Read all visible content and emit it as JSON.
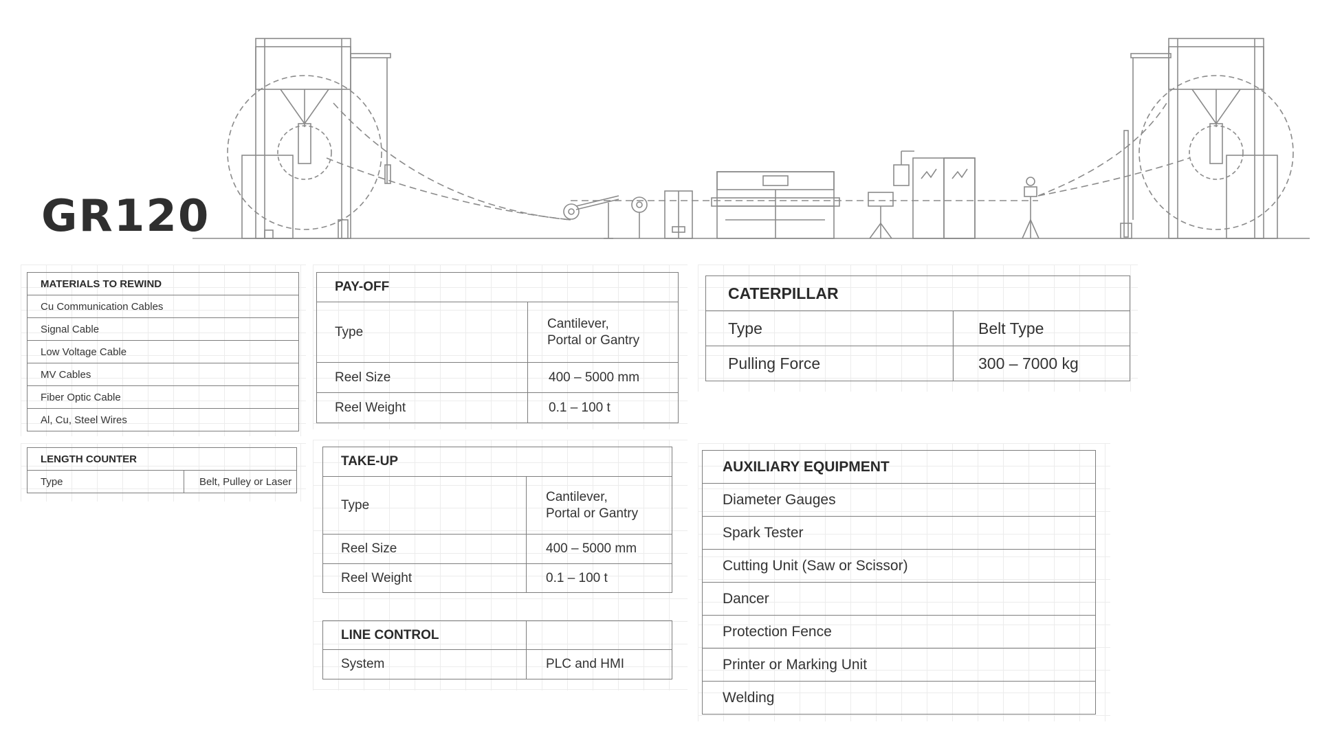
{
  "model": "GR120",
  "materials": {
    "header": "MATERIALS TO REWIND",
    "items": [
      "Cu Communication Cables",
      "Signal Cable",
      "Low Voltage Cable",
      "MV Cables",
      "Fiber Optic Cable",
      "Al, Cu, Steel Wires"
    ]
  },
  "length_counter": {
    "header": "LENGTH COUNTER",
    "rows": [
      {
        "label": "Type",
        "value": "Belt, Pulley or Laser"
      }
    ]
  },
  "pay_off": {
    "header": "PAY-OFF",
    "rows": [
      {
        "label": "Type",
        "value": "Cantilever,\nPortal or Gantry"
      },
      {
        "label": "Reel Size",
        "value": "400 – 5000 mm"
      },
      {
        "label": "Reel Weight",
        "value": "0.1 – 100 t"
      }
    ]
  },
  "take_up": {
    "header": "TAKE-UP",
    "rows": [
      {
        "label": "Type",
        "value": "Cantilever,\nPortal or Gantry"
      },
      {
        "label": "Reel Size",
        "value": "400 – 5000 mm"
      },
      {
        "label": "Reel Weight",
        "value": "0.1 – 100 t"
      }
    ]
  },
  "line_control": {
    "header": "LINE CONTROL",
    "rows": [
      {
        "label": "System",
        "value": "PLC and HMI"
      }
    ]
  },
  "caterpillar": {
    "header": "CATERPILLAR",
    "rows": [
      {
        "label": "Type",
        "value": "Belt Type"
      },
      {
        "label": "Pulling Force",
        "value": "300 – 7000 kg"
      }
    ]
  },
  "auxiliary": {
    "header": "AUXILIARY EQUIPMENT",
    "items": [
      "Diameter Gauges",
      "Spark Tester",
      "Cutting Unit (Saw or Scissor)",
      "Dancer",
      "Protection Fence",
      "Printer or Marking Unit",
      "Welding"
    ]
  },
  "colors": {
    "line": "#7d7d7d",
    "text": "#2b2b2b",
    "grid": "#ececec"
  }
}
